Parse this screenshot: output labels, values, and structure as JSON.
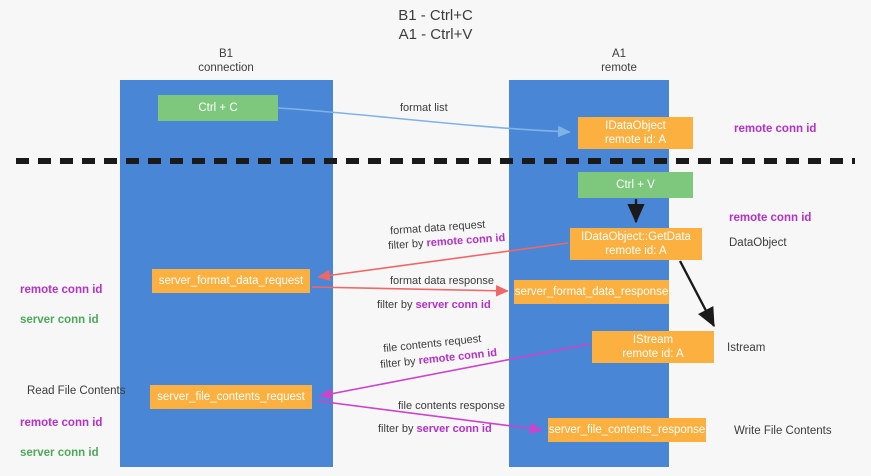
{
  "title": "B1 - Ctrl+C\nA1 - Ctrl+V",
  "lanes": [
    {
      "id": "b1",
      "header": "B1\nconnection",
      "color": "#4a86d6"
    },
    {
      "id": "a1",
      "header": "A1\nremote",
      "color": "#4a86d6"
    }
  ],
  "colors": {
    "lane": "#4a86d6",
    "green_node": "#7ec87e",
    "orange_node": "#fbb040",
    "magenta_text": "#b431c8",
    "green_text": "#4fa85a",
    "body_text": "#3c3c3c",
    "blue_arrow": "#7fb3e8",
    "red_arrow": "#f06767",
    "magenta_arrow": "#cc44cc",
    "black_arrow": "#1a1a1a",
    "divider": "#1a1a1a",
    "background": "#f7f7f7"
  },
  "nodes": {
    "ctrl_c": "Ctrl + C",
    "idataobject": "IDataObject\nremote id: A",
    "ctrl_v": "Ctrl + V",
    "getdata": "IDataObject::GetData\nremote id: A",
    "server_format_data_request": "server_format_data_request",
    "server_format_data_response": "server_format_data_response",
    "istream": "IStream\nremote id: A",
    "server_file_contents_request": "server_file_contents_request",
    "server_file_contents_response": "server_file_contents_response"
  },
  "edges": {
    "format_list": "format list",
    "format_data_request": "format data request",
    "format_data_request_filter_prefix": "filter by ",
    "format_data_request_filter_key": "remote conn id",
    "format_data_response": "format data response",
    "format_data_response_filter_prefix": "filter by ",
    "format_data_response_filter_key": "server conn id",
    "file_contents_request": "file contents request",
    "file_contents_request_filter_prefix": "filter by ",
    "file_contents_request_filter_key": "remote conn id",
    "file_contents_response": "file contents response",
    "file_contents_response_filter_prefix": "filter by ",
    "file_contents_response_filter_key": "server conn id"
  },
  "annotations": {
    "remote_conn_id_top": "remote conn id",
    "remote_conn_id_mid": "remote conn id",
    "dataobject": "DataObject",
    "istream": "Istream",
    "write_file_contents": "Write File Contents",
    "left_remote_conn_id_1": "remote conn id",
    "left_server_conn_id_1": "server conn id",
    "read_file_contents": "Read File Contents",
    "left_remote_conn_id_2": "remote conn id",
    "left_server_conn_id_2": "server conn id"
  }
}
